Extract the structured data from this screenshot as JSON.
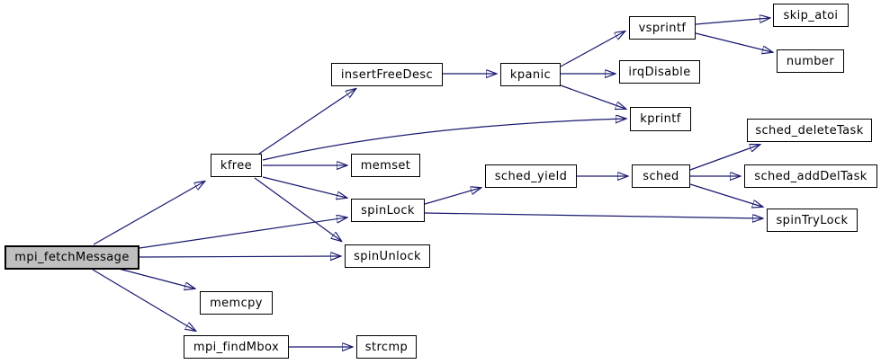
{
  "diagram": {
    "type": "call-graph",
    "colors": {
      "edge": "#191970",
      "node_border": "#000000",
      "node_fill": "#ffffff",
      "highlight_fill": "#bfbfbf",
      "text": "#000000",
      "bg": "#ffffff"
    },
    "nodes": [
      {
        "id": "mpi_fetchMessage",
        "label": "mpi_fetchMessage",
        "highlighted": true
      },
      {
        "id": "kfree",
        "label": "kfree",
        "highlighted": false
      },
      {
        "id": "insertFreeDesc",
        "label": "insertFreeDesc",
        "highlighted": false
      },
      {
        "id": "kpanic",
        "label": "kpanic",
        "highlighted": false
      },
      {
        "id": "vsprintf",
        "label": "vsprintf",
        "highlighted": false
      },
      {
        "id": "skip_atoi",
        "label": "skip_atoi",
        "highlighted": false
      },
      {
        "id": "number",
        "label": "number",
        "highlighted": false
      },
      {
        "id": "irqDisable",
        "label": "irqDisable",
        "highlighted": false
      },
      {
        "id": "kprintf",
        "label": "kprintf",
        "highlighted": false
      },
      {
        "id": "memset",
        "label": "memset",
        "highlighted": false
      },
      {
        "id": "sched_yield",
        "label": "sched_yield",
        "highlighted": false
      },
      {
        "id": "sched",
        "label": "sched",
        "highlighted": false
      },
      {
        "id": "sched_deleteTask",
        "label": "sched_deleteTask",
        "highlighted": false
      },
      {
        "id": "sched_addDelTask",
        "label": "sched_addDelTask",
        "highlighted": false
      },
      {
        "id": "spinTryLock",
        "label": "spinTryLock",
        "highlighted": false
      },
      {
        "id": "spinLock",
        "label": "spinLock",
        "highlighted": false
      },
      {
        "id": "spinUnlock",
        "label": "spinUnlock",
        "highlighted": false
      },
      {
        "id": "memcpy",
        "label": "memcpy",
        "highlighted": false
      },
      {
        "id": "mpi_findMbox",
        "label": "mpi_findMbox",
        "highlighted": false
      },
      {
        "id": "strcmp",
        "label": "strcmp",
        "highlighted": false
      }
    ],
    "edges": [
      {
        "from": "mpi_fetchMessage",
        "to": "kfree"
      },
      {
        "from": "mpi_fetchMessage",
        "to": "spinLock"
      },
      {
        "from": "mpi_fetchMessage",
        "to": "spinUnlock"
      },
      {
        "from": "mpi_fetchMessage",
        "to": "memcpy"
      },
      {
        "from": "mpi_fetchMessage",
        "to": "mpi_findMbox"
      },
      {
        "from": "kfree",
        "to": "insertFreeDesc"
      },
      {
        "from": "kfree",
        "to": "memset"
      },
      {
        "from": "kfree",
        "to": "kprintf"
      },
      {
        "from": "kfree",
        "to": "spinLock"
      },
      {
        "from": "kfree",
        "to": "spinUnlock"
      },
      {
        "from": "insertFreeDesc",
        "to": "kpanic"
      },
      {
        "from": "kpanic",
        "to": "vsprintf"
      },
      {
        "from": "kpanic",
        "to": "irqDisable"
      },
      {
        "from": "kpanic",
        "to": "kprintf"
      },
      {
        "from": "vsprintf",
        "to": "skip_atoi"
      },
      {
        "from": "vsprintf",
        "to": "number"
      },
      {
        "from": "spinLock",
        "to": "sched_yield"
      },
      {
        "from": "spinLock",
        "to": "spinTryLock"
      },
      {
        "from": "sched_yield",
        "to": "sched"
      },
      {
        "from": "sched",
        "to": "sched_deleteTask"
      },
      {
        "from": "sched",
        "to": "sched_addDelTask"
      },
      {
        "from": "sched",
        "to": "spinTryLock"
      },
      {
        "from": "mpi_findMbox",
        "to": "strcmp"
      }
    ]
  }
}
